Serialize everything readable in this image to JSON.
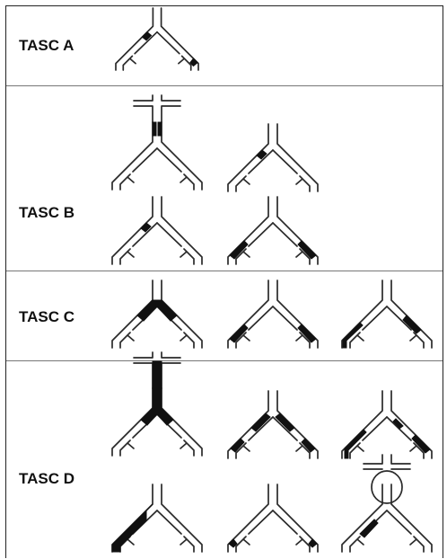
{
  "sections": [
    {
      "label": "TASC A"
    },
    {
      "label": "TASC B"
    },
    {
      "label": "TASC C"
    },
    {
      "label": "TASC D"
    }
  ],
  "colors": {
    "line": "#2a2a2a",
    "lesion": "#111111",
    "divider": "#777777",
    "frame": "#222222"
  },
  "icons": [
    "aortoiliac-bifurcation-icon",
    "occlusion-lesion-icon",
    "aortic-aneurysm-icon"
  ]
}
